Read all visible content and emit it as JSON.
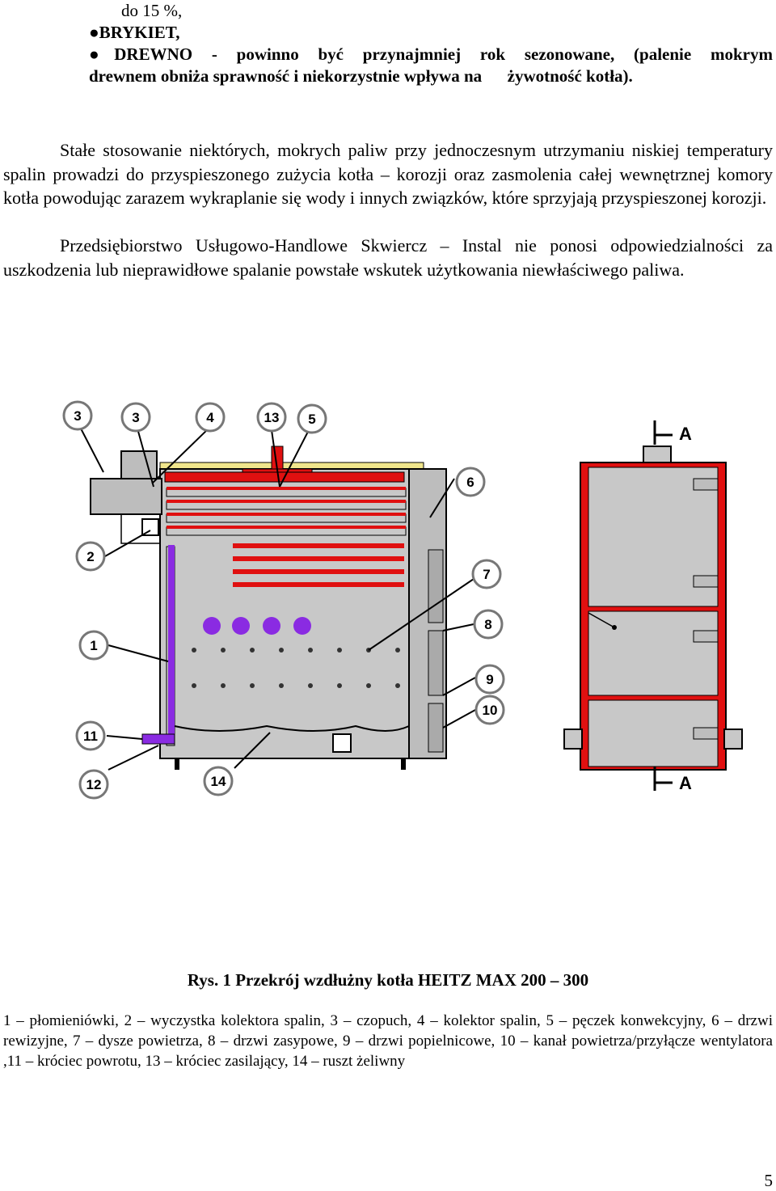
{
  "fuel_list": {
    "line1": "do 15 %,",
    "line2": "●BRYKIET,",
    "line3": "●DREWNO - powinno być przynajmniej rok sezonowane, (palenie mokrym",
    "line4": "drewnem obniża sprawność i niekorzystnie wpływa na      żywotność kotła)."
  },
  "paragraphs": {
    "p1": "Stałe stosowanie niektórych, mokrych paliw przy jednoczesnym utrzymaniu niskiej temperatury spalin prowadzi do przyspieszonego zużycia kotła – korozji oraz zasmolenia całej wewnętrznej komory kotła powodując zarazem wykraplanie się wody i innych związków, które sprzyjają przyspieszonej korozji.",
    "p2": "Przedsiębiorstwo Usługowo-Handlowe Skwiercz – Instal nie ponosi odpowiedzialności za uszkodzenia lub nieprawidłowe spalanie powstałe wskutek użytkowania niewłaściwego paliwa."
  },
  "diagram": {
    "callouts": [
      "3",
      "3",
      "4",
      "13",
      "5",
      "6",
      "7",
      "8",
      "9",
      "10",
      "2",
      "1",
      "11",
      "12",
      "14"
    ],
    "section_marks": [
      "A",
      "A"
    ],
    "colors": {
      "body": "#c8c8c8",
      "hot": "#e01010",
      "purple": "#8a2be2",
      "flue": "#f0e68c"
    }
  },
  "caption": "Rys. 1 Przekrój wzdłużny kotła HEITZ MAX 200 – 300",
  "legend": "1 – płomieniówki, 2 – wyczystka kolektora spalin, 3 – czopuch, 4 – kolektor spalin, 5 – pęczek konwekcyjny, 6 – drzwi rewizyjne, 7 – dysze powietrza, 8 – drzwi zasypowe, 9 – drzwi popielnicowe, 10 – kanał powietrza/przyłącze wentylatora ,11 – króciec powrotu, 13 – króciec zasilający, 14 – ruszt żeliwny",
  "page_number": "5"
}
